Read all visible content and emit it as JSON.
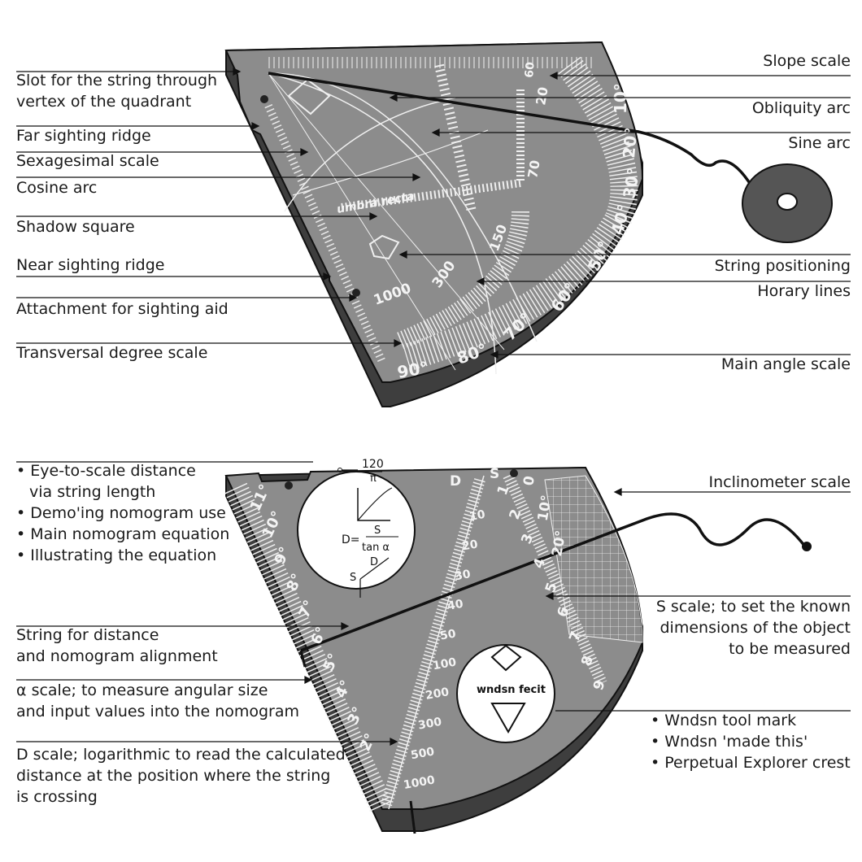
{
  "top": {
    "left_labels": [
      "Slot for the string through",
      "vertex of the quadrant",
      "Far sighting ridge",
      "Sexagesimal scale",
      "Cosine arc",
      "Shadow square",
      "Near sighting ridge",
      "Attachment for sighting aid",
      "Transversal degree scale"
    ],
    "right_labels": [
      "Slope scale",
      "Obliquity arc",
      "Sine arc",
      "String positioning",
      "Horary lines",
      "Main angle scale"
    ],
    "engraving": {
      "umbra": "umbra recta",
      "n1000": "1000",
      "n300": "300",
      "n150": "150",
      "n70": "70",
      "deg90": "90°",
      "deg80": "80°",
      "deg70": "70°",
      "deg60": "60°",
      "deg50": "50°",
      "deg40": "40°",
      "deg30": "30°",
      "deg20": "20°",
      "deg10": "10°",
      "n20": "20",
      "n60": "60"
    }
  },
  "bottom": {
    "left_bullets": [
      "Eye-to-scale distance",
      "via string length",
      "Demo'ing nomogram use",
      "Main nomogram equation",
      "Illustrating the equation"
    ],
    "left_labels": [
      "String for distance",
      "and nomogram alignment",
      "α scale; to measure angular size",
      "and input values into the nomogram",
      "D scale; logarithmic to read the calculated",
      "distance at the position where the string",
      "is crossing"
    ],
    "right_labels": [
      "Inclinometer scale",
      "S scale; to set the known",
      "dimensions of the object",
      "to be measured"
    ],
    "right_bullets": [
      "Wndsn tool mark",
      "Wndsn 'made this'",
      "Perpetual Explorer crest"
    ],
    "circle": {
      "n120": "120",
      "pi": "π",
      "eq_left": "D=",
      "eq_num": "S",
      "eq_den": "tan α",
      "sym_d": "D",
      "sym_s": "S"
    },
    "fecit": "wndsn fecit",
    "engraving": {
      "D": "D",
      "S": "S",
      "alpha_ticks": [
        "11°",
        "10°",
        "9°",
        "8°",
        "7°",
        "6°",
        "5°",
        "4°",
        "3°",
        "2°"
      ],
      "d_ticks": [
        "10",
        "20",
        "30",
        "40",
        "50",
        "100",
        "200",
        "300",
        "500",
        "1000"
      ],
      "s_ticks": [
        "1",
        "2",
        "3",
        "4",
        "5",
        "6",
        "7",
        "8",
        "9"
      ],
      "incl": [
        "0",
        "10°",
        "20°"
      ]
    }
  }
}
